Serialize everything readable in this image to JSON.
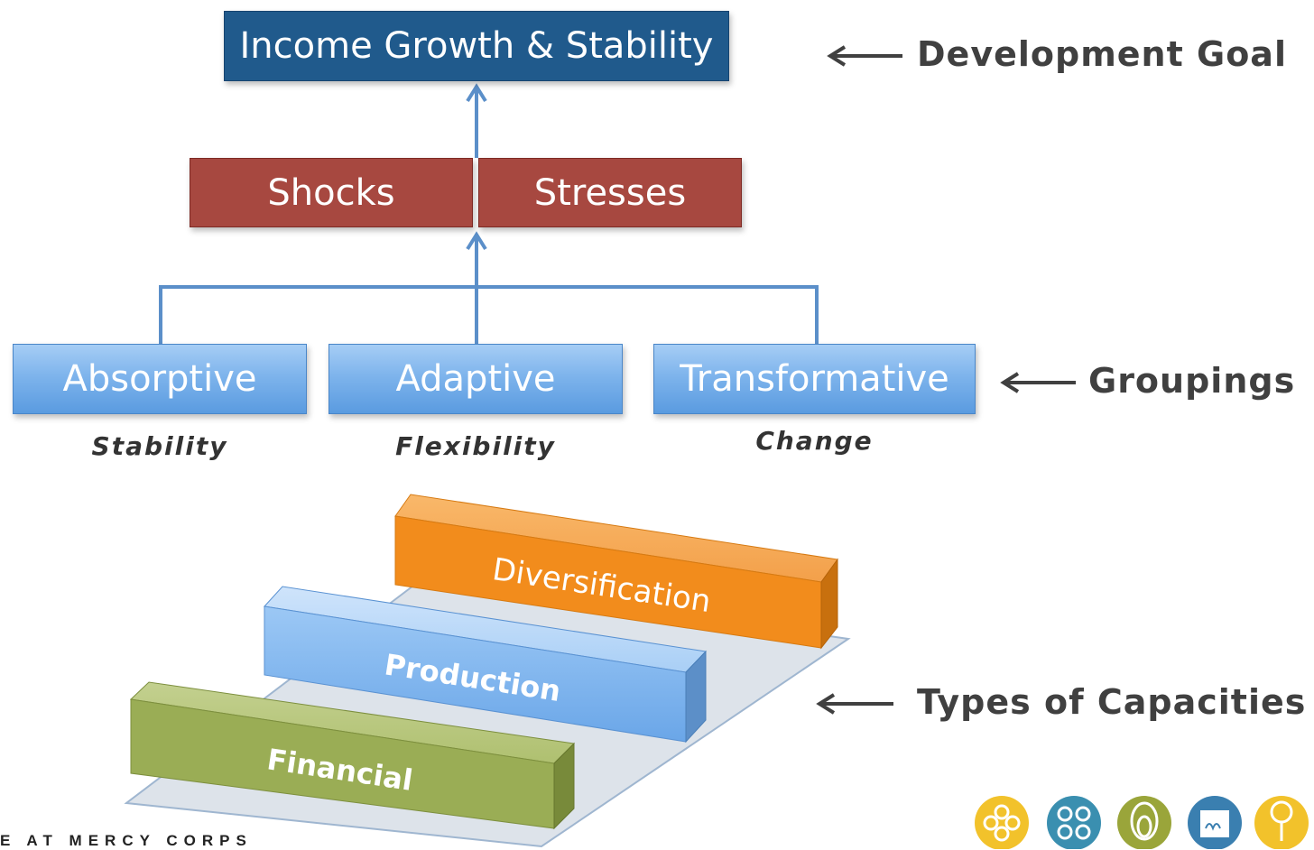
{
  "goal": {
    "label": "Income Growth & Stability"
  },
  "pressures": [
    {
      "label": "Shocks"
    },
    {
      "label": "Stresses"
    }
  ],
  "groupings": [
    {
      "label": "Absorptive",
      "sub": "Stability"
    },
    {
      "label": "Adaptive",
      "sub": "Flexibility"
    },
    {
      "label": "Transformative",
      "sub": "Change"
    }
  ],
  "capacities": [
    {
      "label": "Diversification",
      "color": "#f08a1a"
    },
    {
      "label": "Production",
      "color": "#7eb4ec"
    },
    {
      "label": "Financial",
      "color": "#9aad55"
    }
  ],
  "annotations": {
    "development_goal": "Development Goal",
    "groupings": "Groupings",
    "types_of_capacities": "Types of Capacities"
  },
  "footer": "E AT MERCY CORPS",
  "logo_icons": [
    "flower-icon",
    "network-icon",
    "spiral-icon",
    "chart-icon",
    "lightbulb-icon"
  ],
  "colors": {
    "goal": "#205a8c",
    "pressure": "#a74840",
    "grouping": "#7eb4ec",
    "connector": "#5b8fc9",
    "logo_yellow": "#f2c22b",
    "logo_teal": "#3a8fb0",
    "logo_olive": "#9aa53a",
    "logo_blue": "#3a7fb0"
  }
}
